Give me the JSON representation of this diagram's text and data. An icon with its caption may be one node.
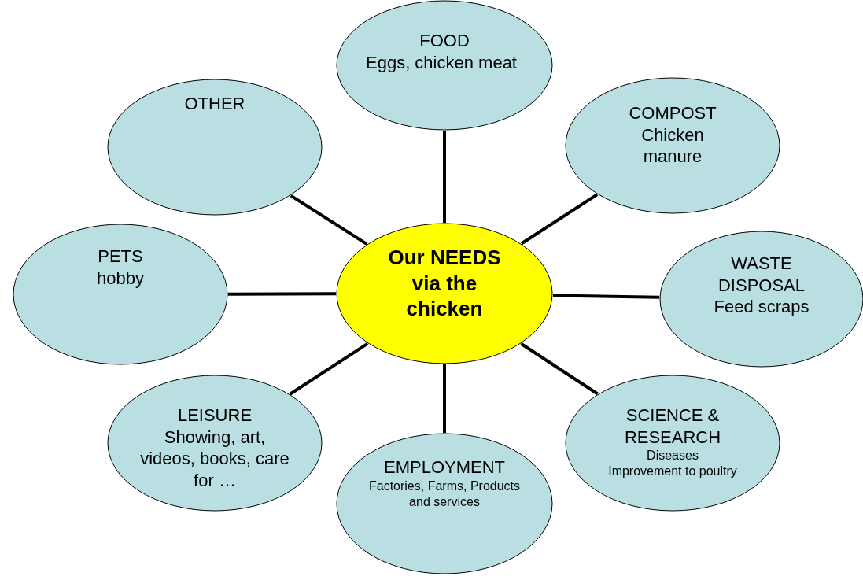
{
  "diagram": {
    "nodes": [
      {
        "text": [
          "FOOD",
          "Eggs, chicken meat"
        ]
      },
      {
        "text": [
          "OTHER"
        ]
      },
      {
        "text": [
          "COMPOST",
          "Chicken manure"
        ]
      },
      {
        "text": [
          "PETS",
          "hobby"
        ]
      },
      {
        "text": [
          "Our NEEDS via the chicken"
        ]
      },
      {
        "text": [
          "WASTE DISPOSAL",
          "Feed scraps"
        ]
      },
      {
        "text": [
          "LEISURE",
          "Showing, art, videos, books, care for …"
        ]
      },
      {
        "text": [
          "SCIENCE & RESEARCH",
          "Diseases",
          "Improvement to poultry"
        ]
      },
      {
        "text": [
          "EMPLOYMENT",
          "Factories, Farms, Products and services"
        ]
      }
    ],
    "edges": [
      {
        "from": 4,
        "to": 0,
        "arrow": "none"
      },
      {
        "from": 4,
        "to": 1,
        "arrow": "none"
      },
      {
        "from": 4,
        "to": 2,
        "arrow": "none"
      },
      {
        "from": 4,
        "to": 3,
        "arrow": "none"
      },
      {
        "from": 4,
        "to": 5,
        "arrow": "none"
      },
      {
        "from": 4,
        "to": 6,
        "arrow": "none"
      },
      {
        "from": 4,
        "to": 7,
        "arrow": "none"
      },
      {
        "from": 4,
        "to": 8,
        "arrow": "none"
      }
    ]
  }
}
